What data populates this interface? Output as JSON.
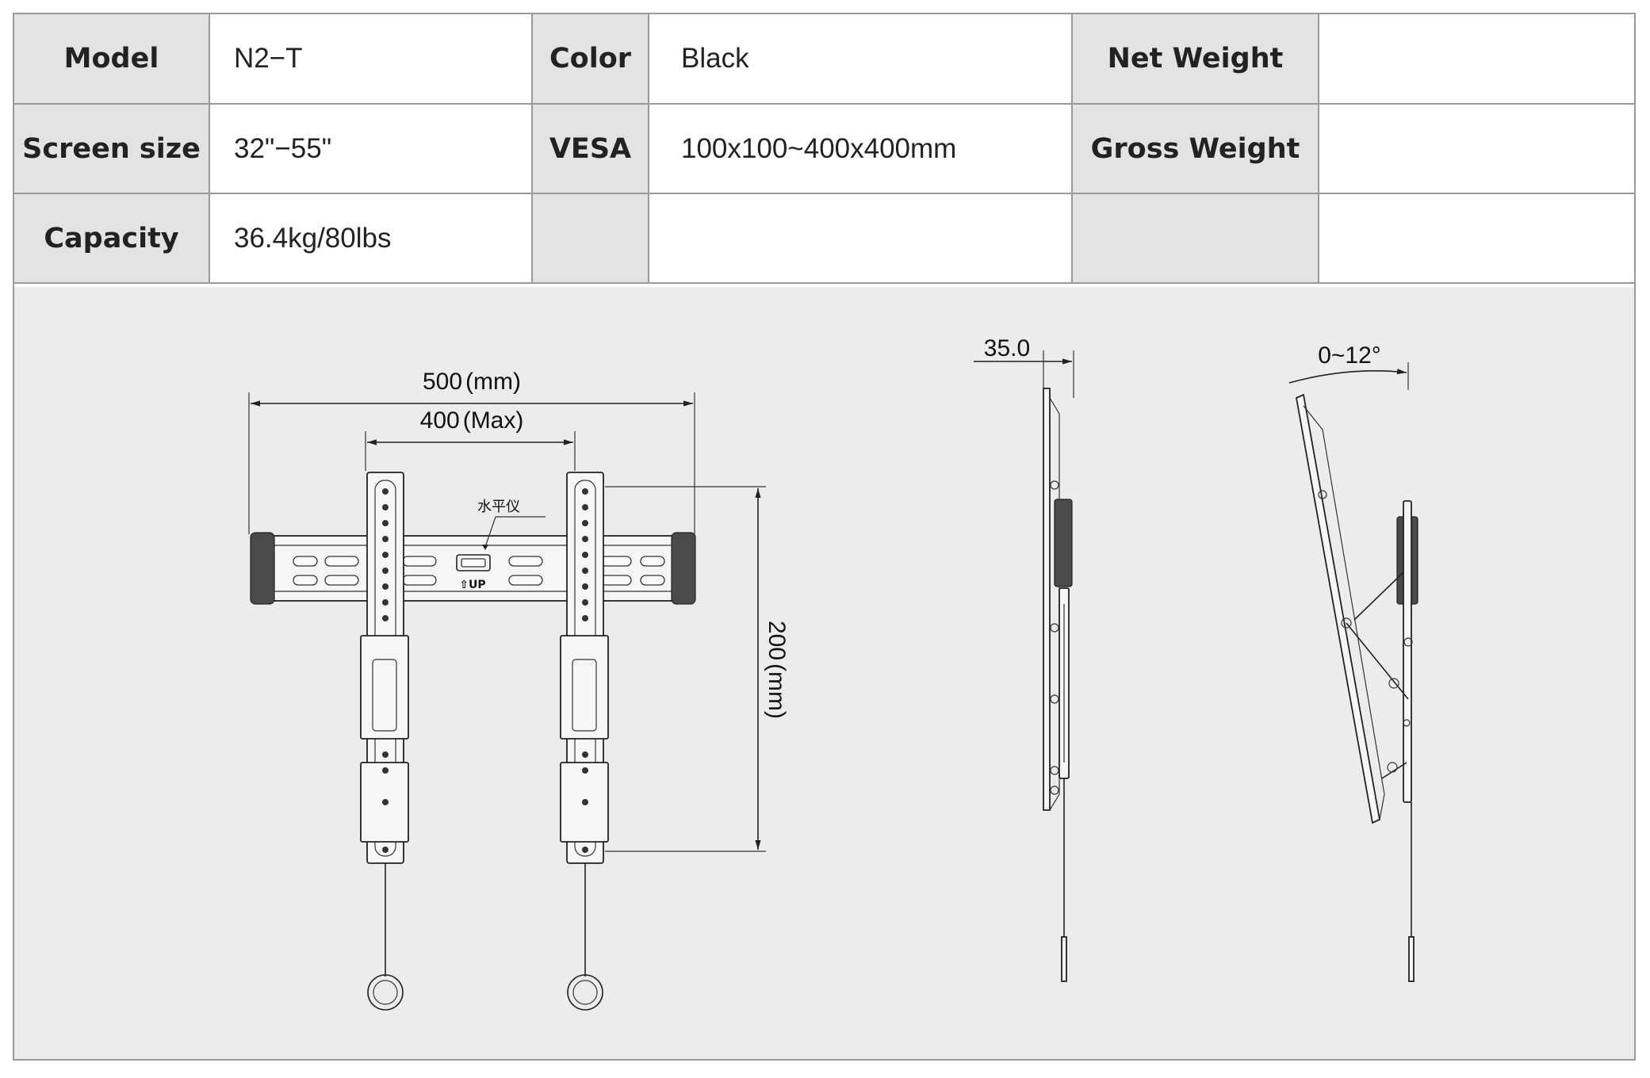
{
  "specs": {
    "rows": [
      [
        {
          "label": "Model",
          "value": "N2−T"
        },
        {
          "label": "Color",
          "value": "Black"
        },
        {
          "label": "Net Weight",
          "value": ""
        }
      ],
      [
        {
          "label": "Screen size",
          "value": "32\"−55\""
        },
        {
          "label": "VESA",
          "value": "100x100~400x400mm"
        },
        {
          "label": "Gross Weight",
          "value": ""
        }
      ],
      [
        {
          "label": "Capacity",
          "value": "36.4kg/80lbs"
        },
        {
          "label": "",
          "value": ""
        },
        {
          "label": "",
          "value": ""
        }
      ]
    ]
  },
  "drawing": {
    "front": {
      "width_label": "500",
      "width_unit": "(mm)",
      "vesa_label": "400",
      "vesa_unit": "(Max)",
      "height_label": "200",
      "height_unit": "(mm)",
      "level_label": "水平仪",
      "up_label": "⇧UP"
    },
    "side": {
      "depth_label": "35.0"
    },
    "tilt": {
      "angle_label": "0~12°"
    }
  }
}
